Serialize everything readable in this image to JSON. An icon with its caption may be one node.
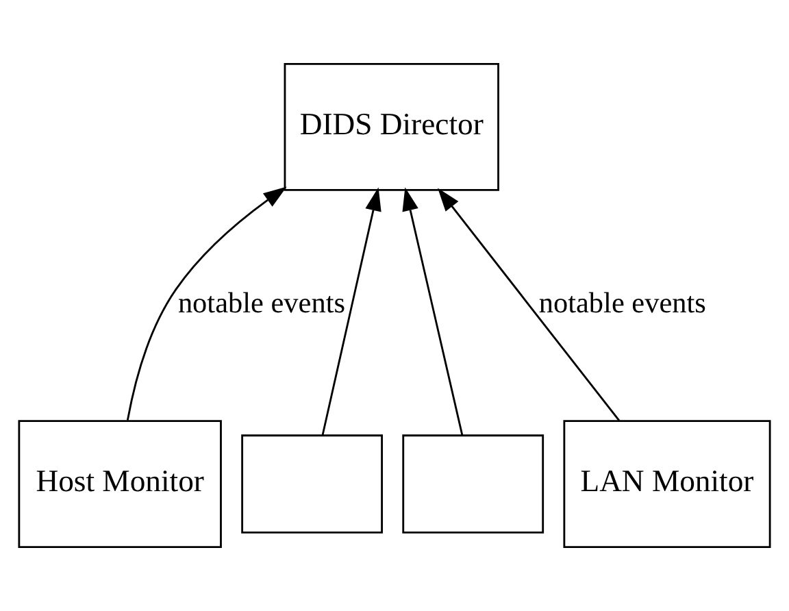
{
  "diagram": {
    "nodes": [
      {
        "text": [
          "DIDS Director"
        ]
      },
      {
        "text": [
          "Host Monitor"
        ]
      },
      {
        "text": [],
        "shape": "box"
      },
      {
        "text": [],
        "shape": "box"
      },
      {
        "text": [
          "LAN Monitor"
        ]
      }
    ],
    "edges": [
      {
        "from": 1,
        "to": 0,
        "arrow": "to",
        "label": "notable events"
      },
      {
        "from": 2,
        "to": 0,
        "arrow": "to"
      },
      {
        "from": 3,
        "to": 0,
        "arrow": "to"
      },
      {
        "from": 4,
        "to": 0,
        "arrow": "to",
        "label": "notable events"
      }
    ]
  }
}
